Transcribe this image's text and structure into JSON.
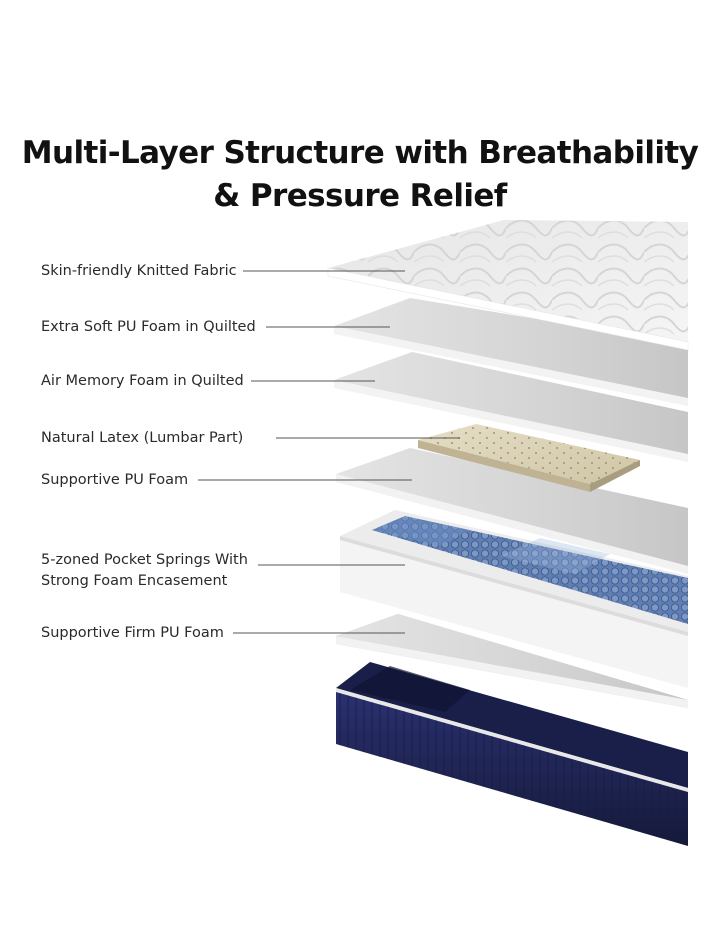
{
  "title": {
    "line1": "Multi-Layer Structure with Breathability",
    "line2": "& Pressure Relief"
  },
  "layers": [
    {
      "label": "Skin-friendly Knitted Fabric"
    },
    {
      "label": "Extra Soft PU Foam in Quilted"
    },
    {
      "label": "Air Memory Foam in Quilted"
    },
    {
      "label": "Natural Latex (Lumbar Part)"
    },
    {
      "label": "Supportive PU Foam"
    },
    {
      "label_line1": "5-zoned Pocket Springs With",
      "label_line2": "Strong Foam Encasement"
    },
    {
      "label": "Supportive Firm PU Foam"
    }
  ],
  "colors": {
    "title": "#111111",
    "label": "#2a2a2a",
    "leader_line": "#555555",
    "base_navy": "#1e2350",
    "spring_blue": "#5b7fb6",
    "latex": "#d9d0b4"
  }
}
